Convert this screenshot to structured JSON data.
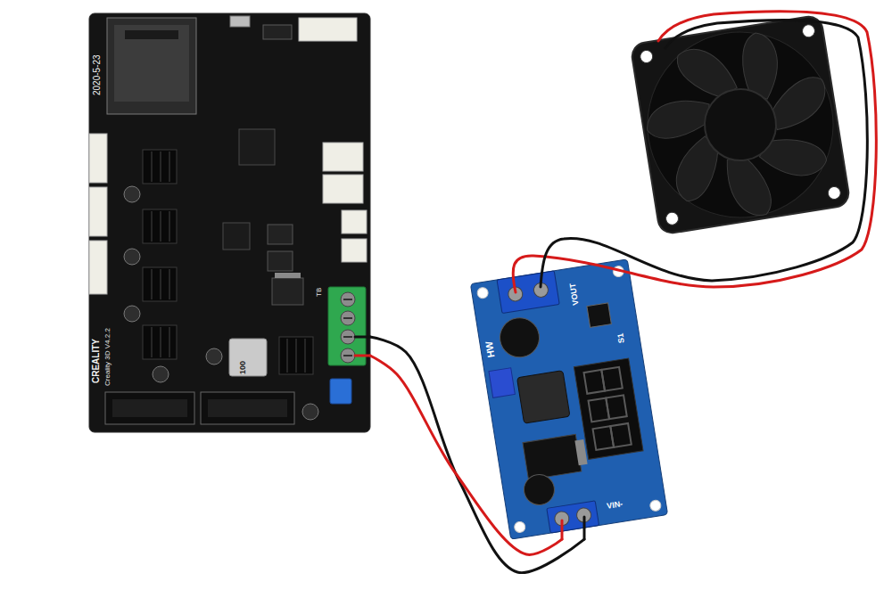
{
  "diagram": {
    "nodes": [
      {
        "text": [
          "2020-5-23",
          "CREALITY",
          "Creality 3D V4.2.2",
          "TB",
          "100"
        ]
      },
      {
        "text": [
          "VOUT",
          "S1",
          "HW",
          "VIN-"
        ]
      }
    ],
    "edges": [
      {
        "from": 0,
        "to": 1,
        "arrow": "none"
      },
      {
        "from": 0,
        "to": 1,
        "arrow": "none"
      }
    ]
  }
}
